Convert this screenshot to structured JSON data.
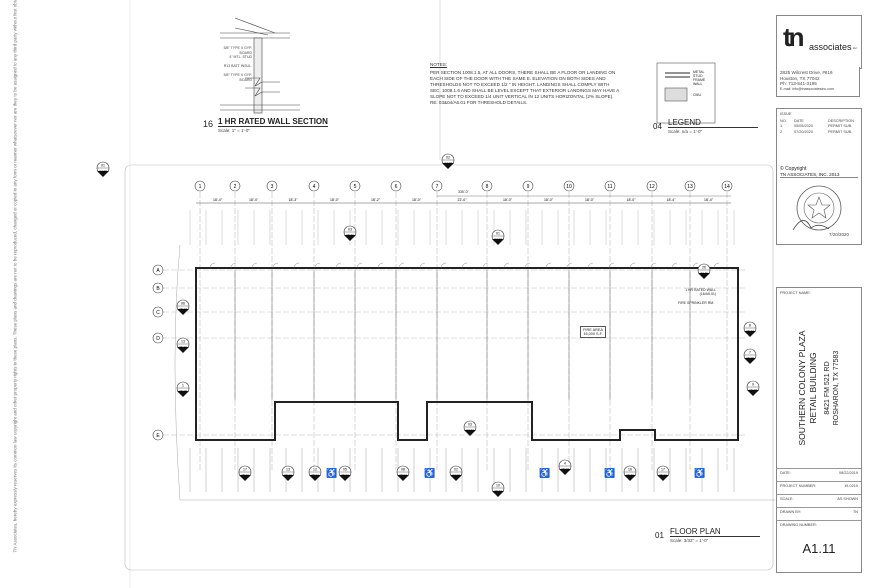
{
  "sheet": {
    "side_note": "TN Associates, hereby expressly reserves its common law copyright and other property rights in these plans. These plans and drawings are not to be reproduced, changed or copied in any form or manner whatsoever nor are they to be assigned to any third party without first obtaining the express written permission and consent of TN Associates.",
    "notes_title": "NOTES:",
    "notes_body": "PER SECTION 1008.1.5, AT ALL DOORS, THERE SHALL BE A FLOOR OR LANDING ON EACH SIDE OF THE DOOR WITH THE SAME E. ELEVATION ON BOTH SIDES AND THRESHOLDS NOT TO EXCEED 1/2 \" IN HEIGHT. LANDINGS SHALL COMPLY WITH SEC. 1008.1.6 AND SHALL BE LEVEL EXCEPT THAT EXTERIOR LANDINGS MAY HAVE A SLOPE NOT TO EXCEED 1/4 UNIT VERTICAL IN 12 UNITS HORIZONTAL (2% SLOPE). RE: 03&04/A6.01 FOR THRESHOLD DETAILS."
  },
  "wall_section": {
    "number": "16",
    "title": "1 HR RATED WALL SECTION",
    "scale": "Scale: 1\" = 1'-0\"",
    "callouts": [
      "5/8\" TYPE X GYP. BOARD",
      "4\" MTL. STUD",
      "R13 BATT INSUL.",
      "5/8\" TYPE X GYP. BOARD"
    ]
  },
  "legend": {
    "number": "04",
    "title": "LEGEND",
    "scale": "Scale: n/a = 1'-0\"",
    "items": [
      {
        "label": "METAL STUD FRAME WALL"
      },
      {
        "label": "CMU"
      }
    ]
  },
  "floor_plan": {
    "number": "01",
    "title": "FLOOR PLAN",
    "scale": "Scale: 3/32\" = 1'-0\"",
    "grid_columns": [
      "1",
      "2",
      "3",
      "4",
      "5",
      "6",
      "7",
      "8",
      "9",
      "10",
      "11",
      "12",
      "13",
      "14"
    ],
    "grid_rows": [
      "A",
      "B",
      "C",
      "D",
      "E"
    ],
    "dimensions": [
      "18'-4\"",
      "18'-4\"",
      "18'-3\"",
      "18'-0\"",
      "18'-2\"",
      "18'-0\"",
      "22'-0\"",
      "18'-0\"",
      "18'-0\"",
      "18'-0\"",
      "18'-0\"",
      "18'-4\"",
      "18'-4\""
    ],
    "overall_dimension": "335'-0\"",
    "fire_area": "FIRE AREA 16,000 S.F.",
    "wall_note": "1 HR RATED WALL (16/A5.01)",
    "sprinkler_note": "FIRE SPRINKLER RM.",
    "section_markers": [
      {
        "num": "03",
        "sheet": "A5.01"
      },
      {
        "num": "06",
        "sheet": "A5.02"
      },
      {
        "num": "13",
        "sheet": "A5.02"
      },
      {
        "num": "8",
        "sheet": "A5.02"
      },
      {
        "num": "1",
        "sheet": "A5.00"
      },
      {
        "num": "26",
        "sheet": "A1.11"
      },
      {
        "num": "9",
        "sheet": "A5.03"
      },
      {
        "num": "01",
        "sheet": "A2.01"
      },
      {
        "num": "7",
        "sheet": "A5.00"
      },
      {
        "num": "03",
        "sheet": "A2.01"
      },
      {
        "num": "4",
        "sheet": "A5.03"
      },
      {
        "num": "17",
        "sheet": "A5.01"
      },
      {
        "num": "13",
        "sheet": "A5.01"
      },
      {
        "num": "12",
        "sheet": "A5.01"
      },
      {
        "num": "05",
        "sheet": "A5.01"
      },
      {
        "num": "08",
        "sheet": "A5.01"
      },
      {
        "num": "02",
        "sheet": "A2.01"
      },
      {
        "num": "10",
        "sheet": "A5.01"
      },
      {
        "num": "16",
        "sheet": "A5.01"
      },
      {
        "num": "17",
        "sheet": "A5.01"
      },
      {
        "num": "01",
        "sheet": "A4.02"
      },
      {
        "num": "02",
        "sheet": "A4.02"
      }
    ]
  },
  "title_block": {
    "company": "associates",
    "company_suffix": "inc",
    "address1": "2825 Wilcrest Drive, #616",
    "address2": "Houston, TX 77042",
    "phone": "Ph: 713-541-3195",
    "email": "E-mail: info@tnassociatesinc.com",
    "issue_label": "ISSUE",
    "issue_headers": [
      "NO.",
      "DATE",
      "DESCRIPTION"
    ],
    "issues": [
      [
        "1",
        "05/05/2020",
        "PERMIT SUB."
      ],
      [
        "2",
        "07/20/2020",
        "PERMIT SUB."
      ]
    ],
    "copyright": "© Copyright",
    "copyright_holder": "TN ASSOCIATES, INC. 2013",
    "seal_date": "7/20/2020",
    "project_name_label": "PROJECT NAME:",
    "project_line1": "SOUTHERN COLONY PLAZA",
    "project_line2": "RETAIL BUILDING",
    "project_line3": "8421 FM 521 RD",
    "project_line4": "ROSHARON, TX 77583",
    "info": [
      {
        "label": "DATE:",
        "value": "08/22/2019"
      },
      {
        "label": "PROJECT NUMBER:",
        "value": "19-0219"
      },
      {
        "label": "SCALE:",
        "value": "AS SHOWN"
      },
      {
        "label": "DRAWN BY:",
        "value": "TN"
      }
    ],
    "drawing_number_label": "DRAWING NUMBER:",
    "drawing_number": "A1.11"
  }
}
